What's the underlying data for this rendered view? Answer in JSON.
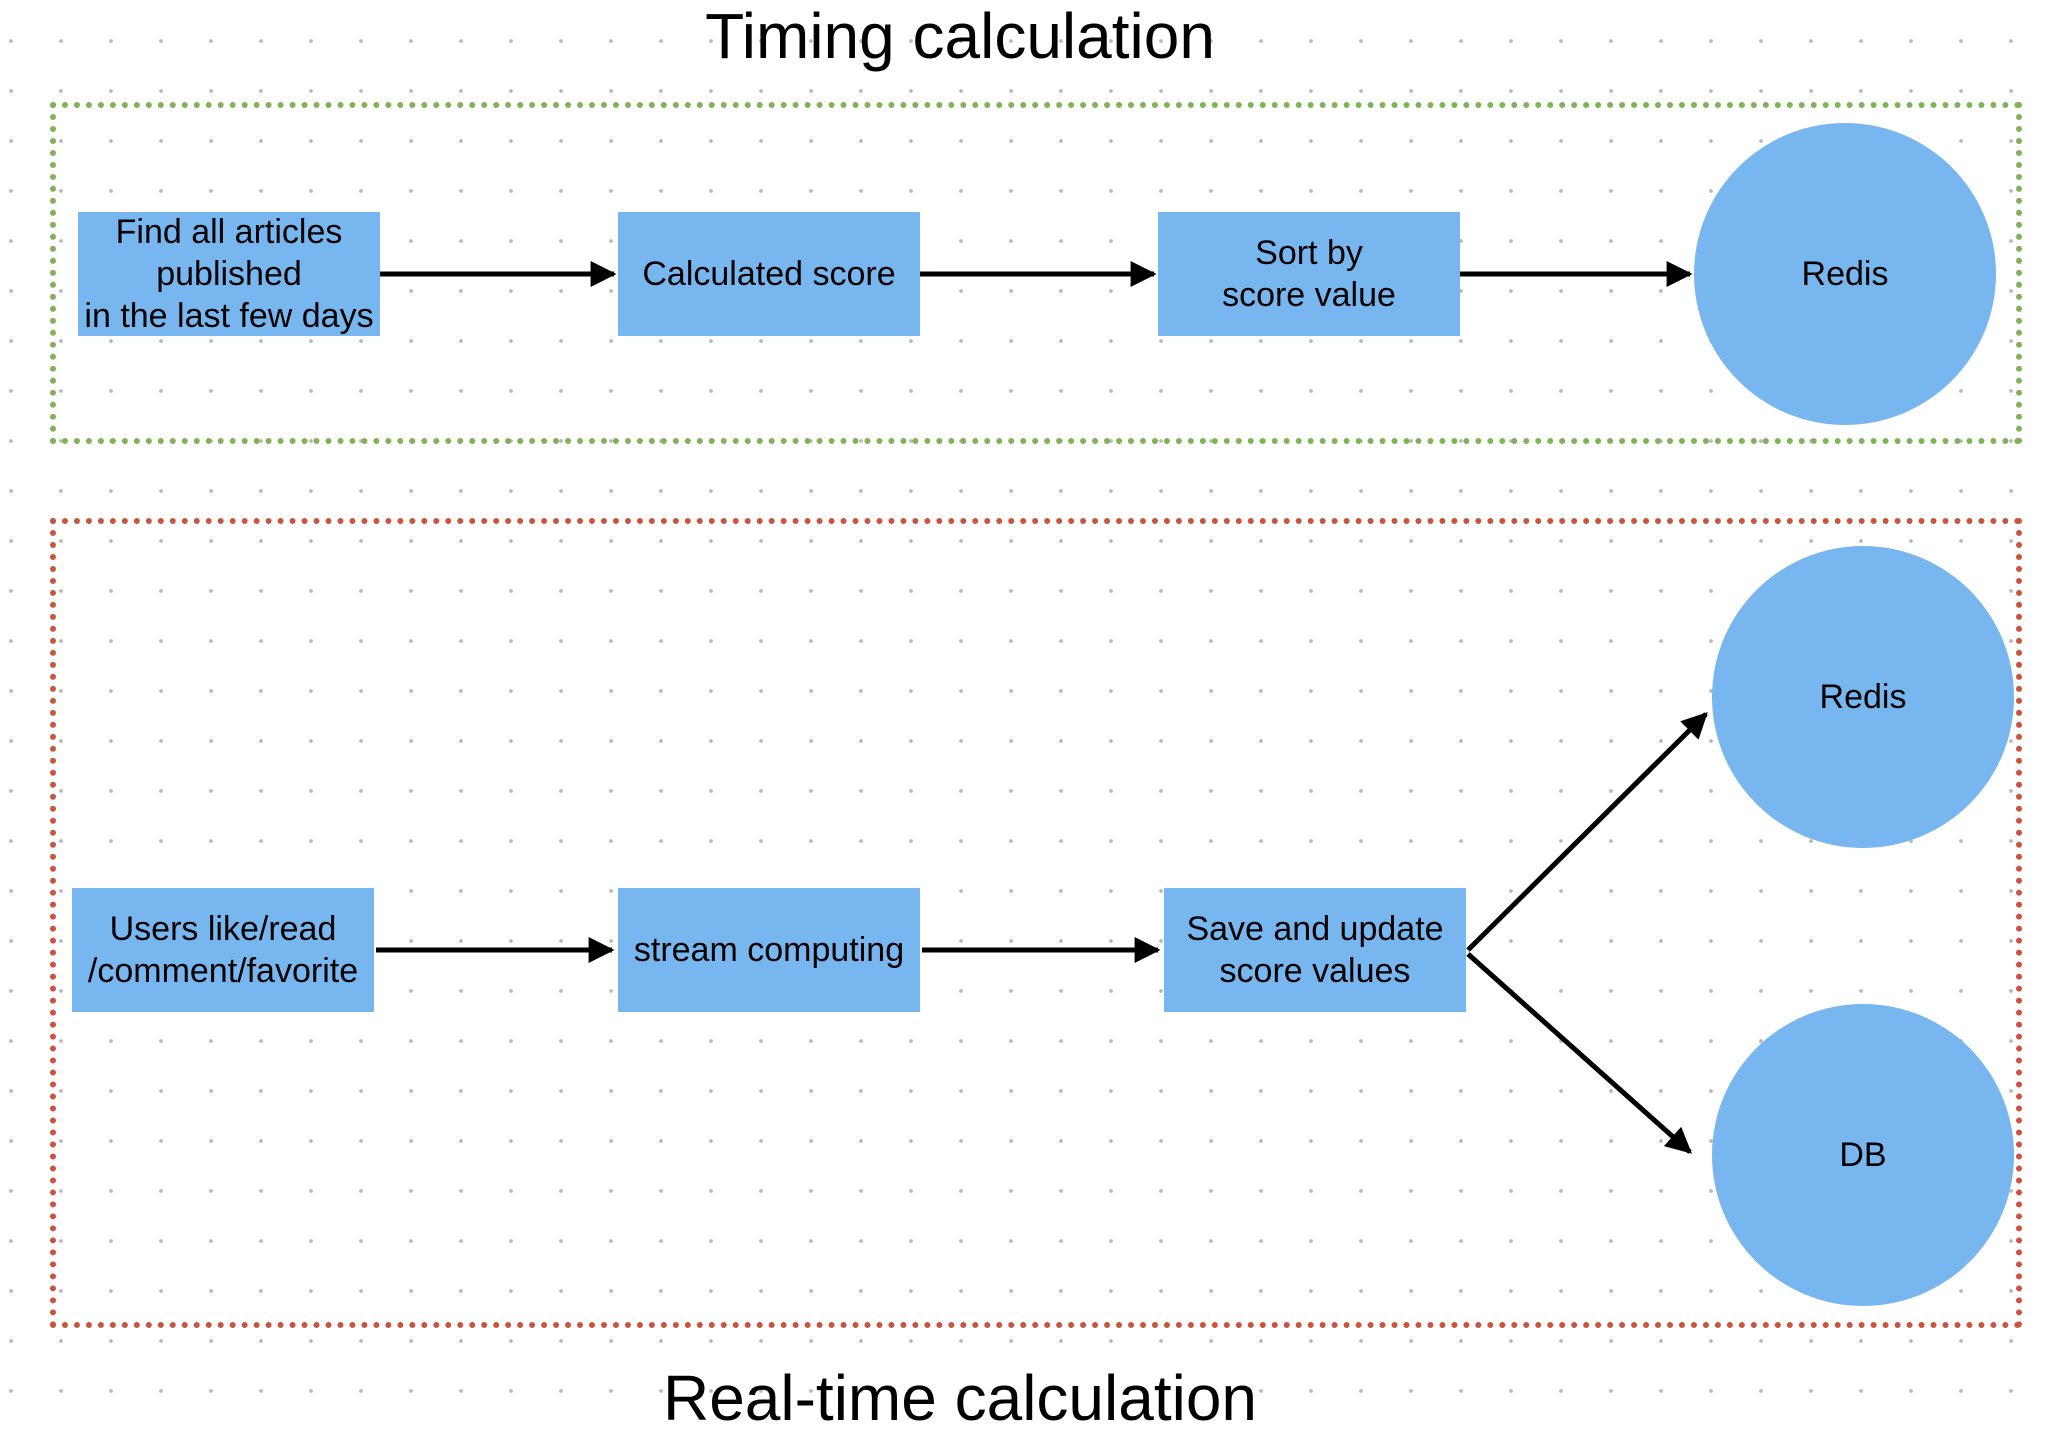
{
  "titles": {
    "top": "Timing calculation",
    "bottom": "Real-time calculation"
  },
  "colors": {
    "node_fill": "#77b6ee",
    "timing_border": "#7fb356",
    "realtime_border": "#c8553d",
    "edge": "#000000"
  },
  "timing": {
    "find_articles": "Find all articles\npublished\nin the last few days",
    "calculated_score": "Calculated score",
    "sort_by_score": "Sort by\nscore value",
    "redis": "Redis"
  },
  "realtime": {
    "user_actions": "Users like/read\n/comment/favorite",
    "stream_computing": "stream computing",
    "save_update": "Save and update\nscore values",
    "redis": "Redis",
    "db": "DB"
  }
}
